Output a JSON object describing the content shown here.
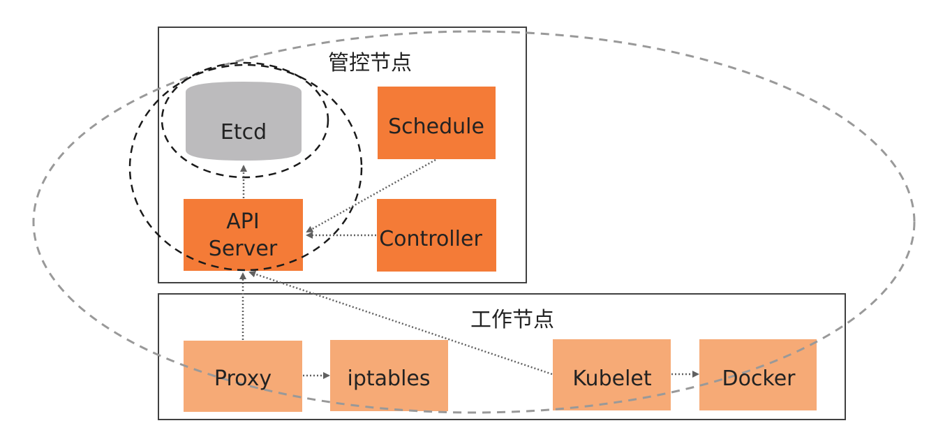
{
  "diagram": {
    "control_plane": {
      "title": "管控节点",
      "nodes": {
        "etcd": "Etcd",
        "schedule": "Schedule",
        "api_server_line1": "API",
        "api_server_line2": "Server",
        "controller": "Controller"
      }
    },
    "worker": {
      "title": "工作节点",
      "nodes": {
        "proxy": "Proxy",
        "iptables": "iptables",
        "kubelet": "Kubelet",
        "docker": "Docker"
      }
    },
    "edges": [
      {
        "from": "API Server",
        "to": "Etcd"
      },
      {
        "from": "Schedule",
        "to": "API Server"
      },
      {
        "from": "Controller",
        "to": "API Server"
      },
      {
        "from": "Proxy",
        "to": "API Server"
      },
      {
        "from": "Kubelet",
        "to": "API Server"
      },
      {
        "from": "Proxy",
        "to": "iptables"
      },
      {
        "from": "Kubelet",
        "to": "Docker"
      }
    ],
    "colors": {
      "control_node": "#f47b37",
      "worker_node": "#f6aa76",
      "etcd": "#bcbbbd",
      "arrow": "#606060",
      "outer_ellipse": "#999999",
      "inner_ellipse": "#1a1a1a"
    }
  }
}
